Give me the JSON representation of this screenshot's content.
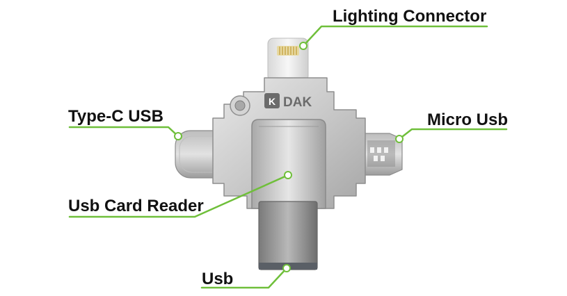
{
  "labels": {
    "lighting_connector": "Lighting Connector",
    "type_c_usb": "Type-C USB",
    "micro_usb": "Micro Usb",
    "usb_card_reader": "Usb Card Reader",
    "usb": "Usb"
  },
  "brand": {
    "logo_text": "DAK"
  },
  "colors": {
    "accent_line": "#6fbf3a",
    "label_text": "#111111",
    "metal_light": "#dcdcdc",
    "metal_dark": "#8f8f8f"
  }
}
